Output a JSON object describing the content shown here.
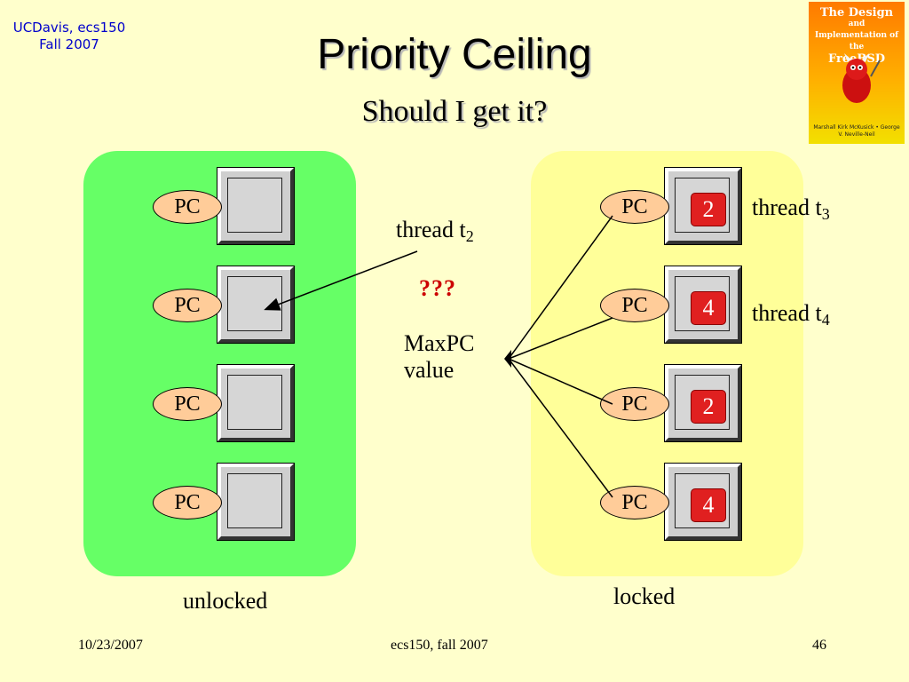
{
  "header": {
    "course_line1": "UCDavis, ecs150",
    "course_line2": "Fall 2007",
    "title": "Priority Ceiling",
    "subtitle": "Should I get it?"
  },
  "book": {
    "line1": "The Design",
    "line2": "and Implementation of the",
    "line3": "FreeBSD",
    "authors": "Marshall Kirk McKusick • George V. Neville-Neil"
  },
  "unlocked": {
    "label": "unlocked",
    "pc_labels": [
      "PC",
      "PC",
      "PC",
      "PC"
    ]
  },
  "locked": {
    "label": "locked",
    "pc_labels": [
      "PC",
      "PC",
      "PC",
      "PC"
    ],
    "ceilings": [
      "2",
      "4",
      "2",
      "4"
    ]
  },
  "annotations": {
    "thread_t2": "thread t",
    "thread_t2_sub": "2",
    "question": "???",
    "maxpc_line1": "MaxPC",
    "maxpc_line2": "value",
    "thread_t3": "thread t",
    "thread_t3_sub": "3",
    "thread_t4": "thread t",
    "thread_t4_sub": "4"
  },
  "footer": {
    "date": "10/23/2007",
    "course": "ecs150, fall 2007",
    "page": "46"
  }
}
